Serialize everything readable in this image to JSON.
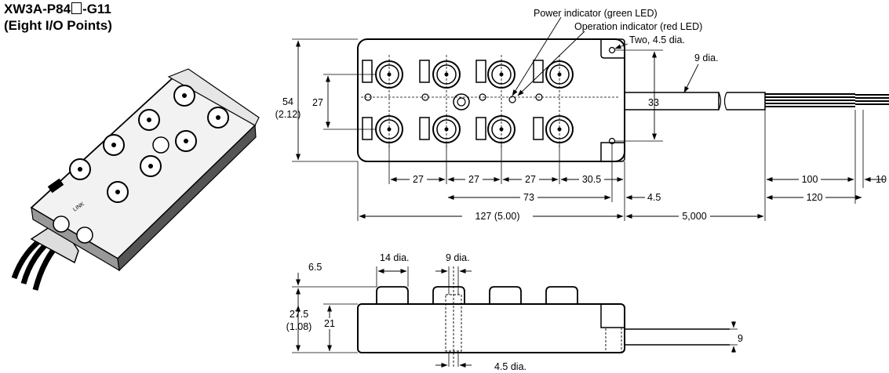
{
  "title": {
    "model_prefix": "XW3A-P84",
    "model_suffix": "-G11",
    "subtitle": "(Eight I/O Points)"
  },
  "top_view": {
    "power_indicator": "Power indicator (green LED)",
    "operation_indicator": "Operation indicator (red LED)",
    "holes": "Two, 4.5 dia.",
    "cable_dia": "9 dia.",
    "height": "54",
    "height_in": "(2.12)",
    "pitch_v": "27",
    "hole_pitch": "33",
    "pitch_1": "27",
    "pitch_2": "27",
    "pitch_3": "27",
    "pitch_4": "30.5",
    "inner_span": "73",
    "edge_offset": "4.5",
    "length": "127 (5.00)",
    "cable_length": "5,000",
    "strip_1": "100",
    "strip_2": "10",
    "strip_total": "120"
  },
  "side_view": {
    "connector_dia": "14 dia.",
    "pin_dia": "9 dia.",
    "connector_height": "6.5",
    "total_height": "27.5",
    "total_height_in": "(1.08)",
    "body_height": "21",
    "cable_height": "9",
    "bottom_dia": "4.5 dia."
  },
  "colors": {
    "ink": "#000000",
    "body": "#ffffff",
    "shade": "#333333"
  }
}
